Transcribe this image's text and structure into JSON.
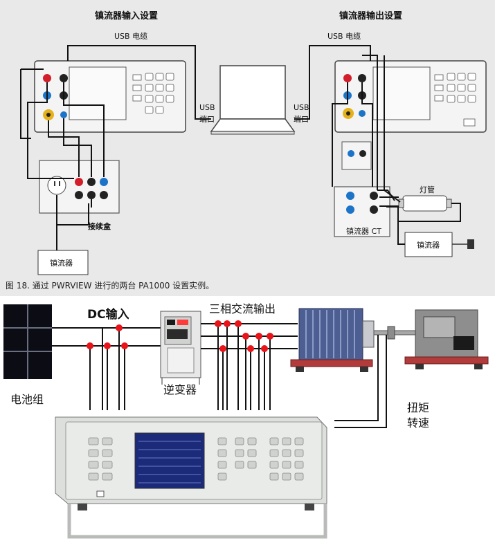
{
  "top": {
    "left_title": "镇流器输入设置",
    "right_title": "镇流器输出设置",
    "usb_cable_left": "USB 电缆",
    "usb_cable_right": "USB 电缆",
    "usb_port_left": [
      "USB",
      "端口"
    ],
    "usb_port_right": [
      "USB",
      "端口"
    ],
    "junction_box": "接续盒",
    "ballast_left": "镇流器",
    "ballast_ct": "镇流器 CT",
    "lamp": "灯管",
    "ballast_right": "镇流器",
    "caption": "图 18. 通过 PWRVIEW 进行的两台 PA1000 设置实例。"
  },
  "bottom": {
    "dc_input": "DC输入",
    "three_phase_output": "三相交流输出",
    "battery": "电池组",
    "inverter": "逆变器",
    "torque_speed": [
      "扭矩",
      "转速"
    ]
  },
  "colors": {
    "top_bg": "#e9e9e9",
    "wire": "#111111",
    "connection_dot": "#e8141a",
    "analyzer_body": "#d9dcd9",
    "screen": "#1c2a7a",
    "motor_blue": "#5a6ea0",
    "stand_red": "#b23b3b"
  }
}
